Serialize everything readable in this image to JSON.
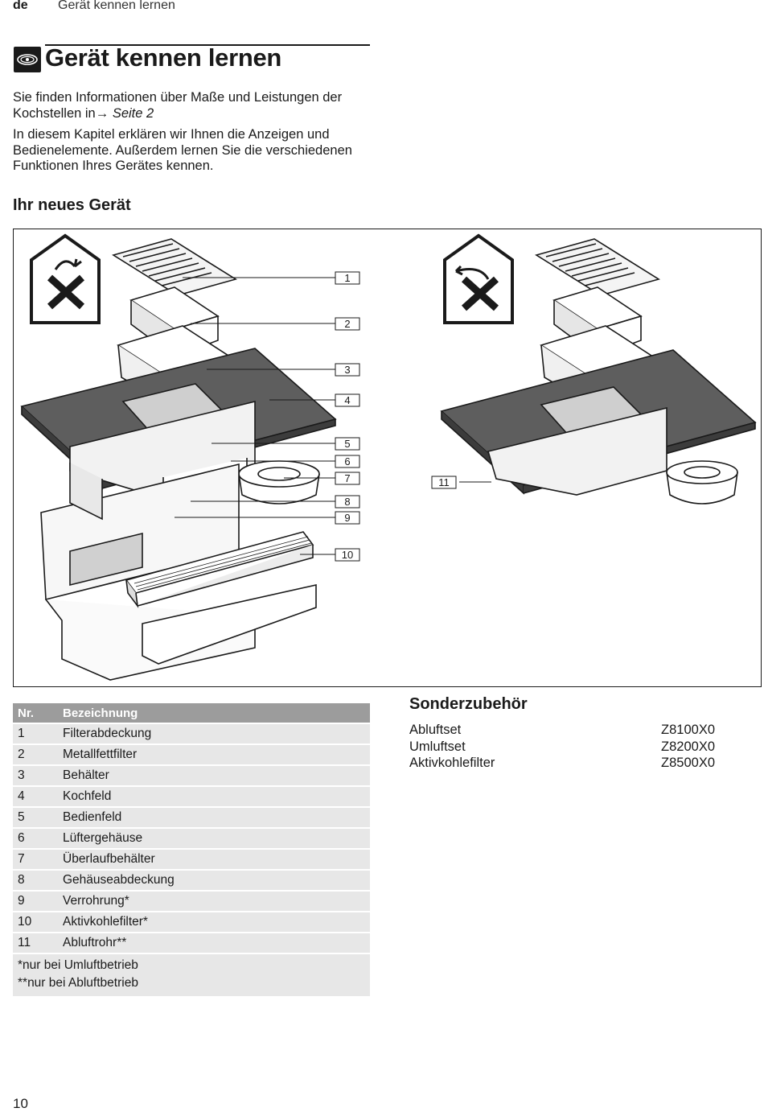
{
  "header": {
    "lang": "de",
    "title": "Gerät kennen lernen"
  },
  "page_title": "Gerät kennen lernen",
  "intro": {
    "p1_prefix": " Sie finden Informationen über Maße und Leistungen der Kochstellen in",
    "p1_arrow": "→",
    "p1_ref": " Seite 2",
    "p2": "In diesem Kapitel erklären wir Ihnen die Anzeigen und Bedienelemente. Außerdem lernen Sie die verschiedenen Funktionen Ihres Gerätes kennen."
  },
  "section_title": "Ihr neues Gerät",
  "figure": {
    "callouts": [
      "1",
      "2",
      "3",
      "4",
      "5",
      "6",
      "7",
      "8",
      "9",
      "10",
      "11"
    ]
  },
  "parts_table": {
    "headers": [
      "Nr.",
      "Bezeichnung"
    ],
    "rows": [
      [
        "1",
        "Filterabdeckung"
      ],
      [
        "2",
        "Metallfettfilter"
      ],
      [
        "3",
        "Behälter"
      ],
      [
        "4",
        "Kochfeld"
      ],
      [
        "5",
        "Bedienfeld"
      ],
      [
        "6",
        "Lüftergehäuse"
      ],
      [
        "7",
        "Überlaufbehälter"
      ],
      [
        "8",
        "Gehäuseabdeckung"
      ],
      [
        "9",
        "Verrohrung*"
      ],
      [
        "10",
        "Aktivkohlefilter*"
      ],
      [
        "11",
        "Abluftrohr**"
      ]
    ],
    "footnotes": [
      "*nur bei Umluftbetrieb",
      "**nur bei Abluftbetrieb"
    ]
  },
  "accessories": {
    "title": "Sonderzubehör",
    "items": [
      {
        "name": "Abluftset",
        "code": "Z8100X0"
      },
      {
        "name": "Umluftset",
        "code": "Z8200X0"
      },
      {
        "name": "Aktivkohlefilter",
        "code": "Z8500X0"
      }
    ]
  },
  "page_number": "10"
}
